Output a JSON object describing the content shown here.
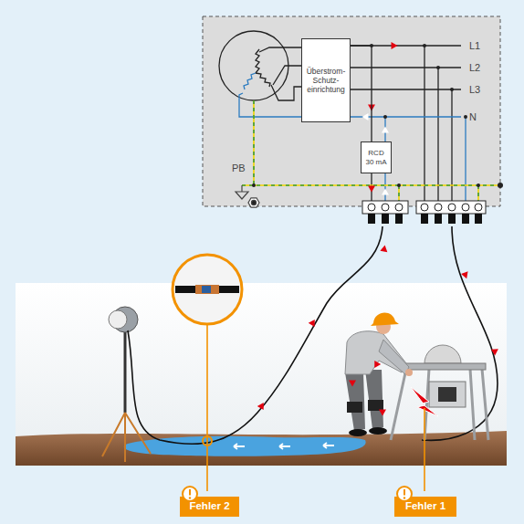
{
  "diagram": {
    "nodes": [
      {
        "text": [
          "Überstrom- Schutz- einrichtung"
        ]
      },
      {
        "text": [
          "RCD 30 mA"
        ]
      },
      {
        "text": [
          "Fehler 2"
        ]
      },
      {
        "text": [
          "Fehler 1"
        ]
      }
    ],
    "edges": [
      {
        "from": 0,
        "to": 1,
        "arrow": "none"
      }
    ],
    "labels": [
      "L1",
      "L2",
      "L3",
      "N",
      "PB"
    ]
  }
}
